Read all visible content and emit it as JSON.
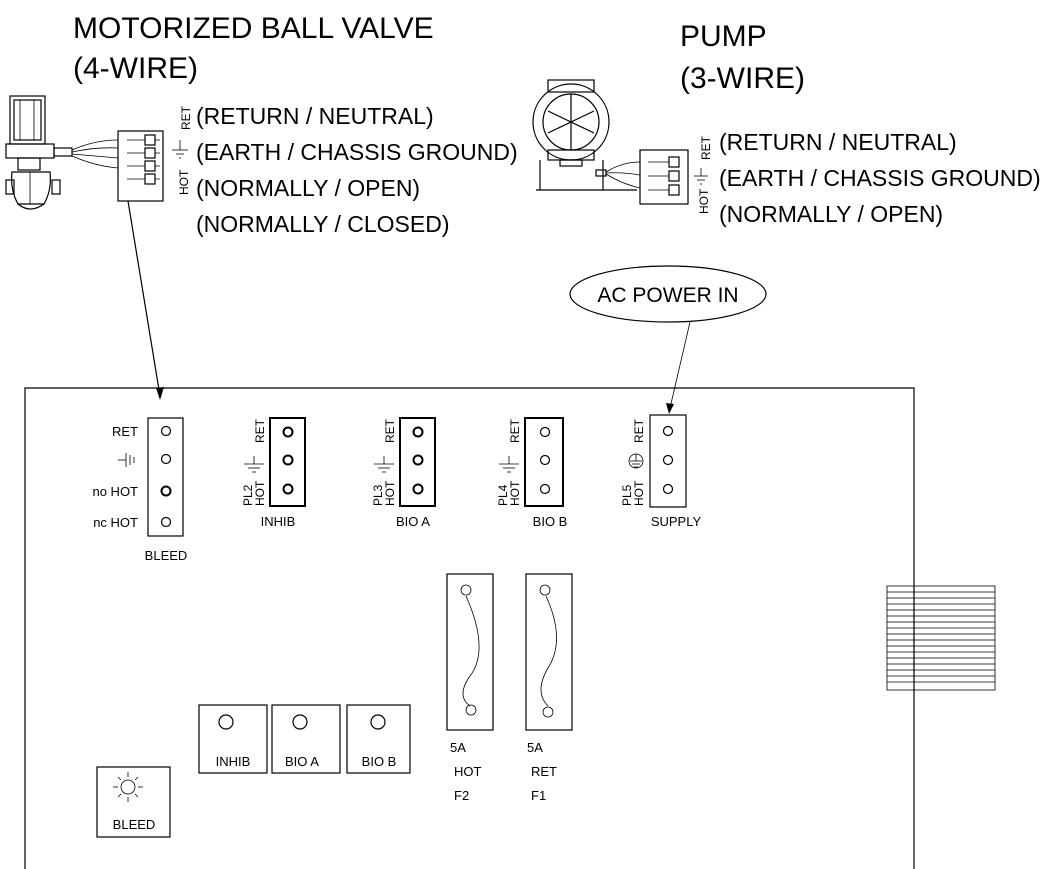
{
  "valve": {
    "title_line1": "MOTORIZED BALL VALVE",
    "title_line2": "(4-WIRE)",
    "wires": [
      "(RETURN / NEUTRAL)",
      "(EARTH / CHASSIS GROUND)",
      "(NORMALLY / OPEN)",
      "(NORMALLY / CLOSED)"
    ],
    "vlabel_hot": "HOT",
    "vlabel_ret": "RET"
  },
  "pump": {
    "title_line1": "PUMP",
    "title_line2": "(3-WIRE)",
    "wires": [
      "(RETURN / NEUTRAL)",
      "(EARTH / CHASSIS GROUND)",
      "(NORMALLY / OPEN)"
    ],
    "vlabel_hot": "HOT",
    "vlabel_ret": "RET"
  },
  "callout": {
    "ac_power": "AC POWER IN"
  },
  "board": {
    "bleed": {
      "labels": [
        "RET",
        "no HOT",
        "nc HOT"
      ],
      "name": "BLEED"
    },
    "connectors": [
      {
        "pl": "PL2",
        "hot": "HOT",
        "ret": "RET",
        "name": "INHIB"
      },
      {
        "pl": "PL3",
        "hot": "HOT",
        "ret": "RET",
        "name": "BIO A"
      },
      {
        "pl": "PL4",
        "hot": "HOT",
        "ret": "RET",
        "name": "BIO B"
      },
      {
        "pl": "PL5",
        "hot": "HOT",
        "ret": "RET",
        "name": "SUPPLY"
      }
    ],
    "fuses": [
      {
        "rating": "5A",
        "line": "HOT",
        "id": "F2"
      },
      {
        "rating": "5A",
        "line": "RET",
        "id": "F1"
      }
    ],
    "buttons": [
      "INHIB",
      "BIO A",
      "BIO B"
    ],
    "bleed_button": "BLEED"
  }
}
